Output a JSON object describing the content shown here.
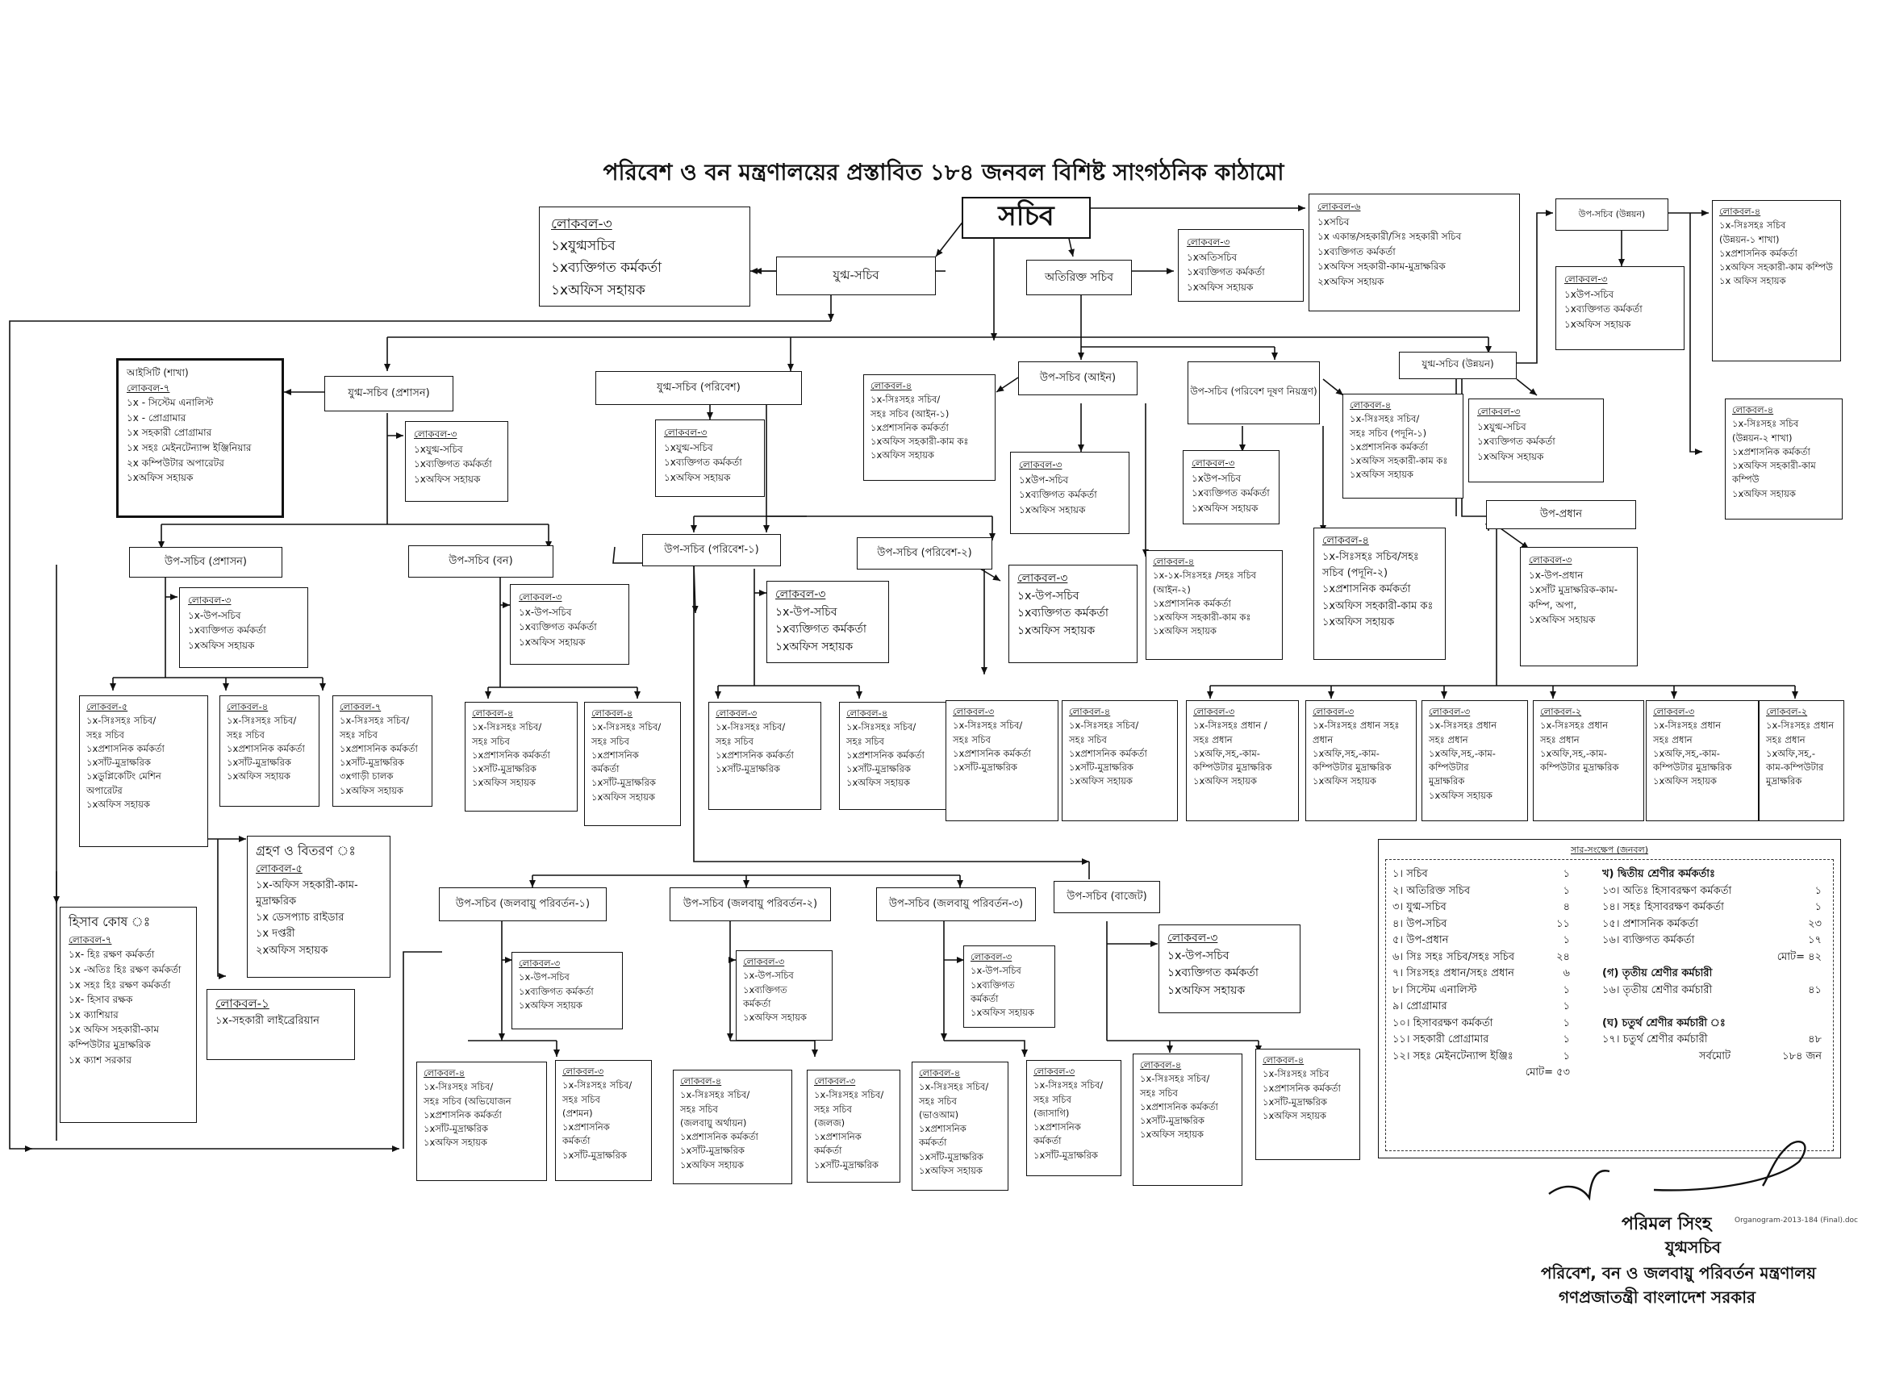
{
  "title": "পরিবেশ ও বন মন্ত্রণালয়ের প্রস্তাবিত ১৮৪ জনবল বিশিষ্ট সাংগঠনিক কাঠামো",
  "posts": {
    "secretary": "সচিব",
    "joint_secretary_main": "যুগ্ম-সচিব",
    "additional_secretary": "অতিরিক্ত সচিব",
    "js_admin": "যুগ্ম-সচিব (প্রশাসন)",
    "js_env": "যুগ্ম-সচিব (পরিবেশ)",
    "ds_law": "উপ-সচিব (আইন)",
    "ds_pollution": "উপ-সচিব (পরিবেশ দূষণ নিয়ন্ত্রণ)",
    "js_dev": "যুগ্ম-সচিব (উন্নয়ন)",
    "ds_dev": "উপ-সচিব (উন্নয়ন)",
    "deputy_chief": "উপ-প্রধান",
    "ds_admin": "উপ-সচিব (প্রশাসন)",
    "ds_forest": "উপ-সচিব (বন)",
    "ds_env1": "উপ-সচিব (পরিবেশ-১)",
    "ds_env2": "উপ-সচিব (পরিবেশ-২)",
    "ds_cc1": "উপ-সচিব (জলবায়ু পরিবর্তন-১)",
    "ds_cc2": "উপ-সচিব (জলবায়ু পরিবর্তন-২)",
    "ds_cc3": "উপ-সচিব (জলবায়ু পরিবর্তন-৩)",
    "ds_budget": "উপ-সচিব (বাজেট)"
  },
  "boxes": {
    "js_staff": [
      "লোকবল-৩",
      "১xযুগ্মসচিব",
      "১xব্যক্তিগত কর্মকর্তা",
      "১xঅফিস সহায়ক"
    ],
    "addl_staff": [
      "লোকবল-৩",
      "১xঅতিসচিব",
      "১xব্যক্তিগত কর্মকর্তা",
      "১xঅফিস সহায়ক"
    ],
    "secy_staff": [
      "লোকবল-৬",
      "১xসচিব",
      "১x একান্ত/সহকারী/সিঃ সহকারী সচিব",
      "১xব্যক্তিগত কর্মকর্তা",
      "১xঅফিস সহকারী-কাম-মুদ্রাক্ষরিক",
      "২xঅফিস সহায়ক"
    ],
    "ds_dev_staff": [
      "লোকবল-৩",
      "১xউপ-সচিব",
      "১xব্যক্তিগত কর্মকর্তা",
      "১xঅফিস সহায়ক"
    ],
    "dev_sec1": [
      "লোকবল-৪",
      "১x-সিঃসহঃ সচিব",
      "(উন্নয়ন-১ শাখা)",
      "১xপ্রশাসনিক কর্মকর্তা",
      "১xঅফিস সহকারী-কাম কম্পিউ",
      "১x অফিস সহায়ক"
    ],
    "dev_sec2": [
      "লোকবল-৪",
      "১x-সিঃসহঃ সচিব",
      "(উন্নয়ন-২ শাখা)",
      "১xপ্রশাসনিক কর্মকর্তা",
      "১xঅফিস সহকারী-কাম কম্পিউ",
      "১xঅফিস সহায়ক"
    ],
    "it_cell": [
      "আইসিটি (শাখা)",
      "লোকবল-৭",
      "১x - সিস্টেম এনালিস্ট",
      "১x - প্রোগ্রামার",
      "১x সহকারী প্রোগ্রামার",
      "১x সহঃ মেইনটেন্যান্স ইঞ্জিনিয়ার",
      "২x কম্পিউটার অপারেটর",
      "১xঅফিস সহায়ক"
    ],
    "js_admin_staff": [
      "লোকবল-৩",
      "১xযুগ্ম-সচিব",
      "১xব্যক্তিগত কর্মকর্তা",
      "১xঅফিস সহায়ক"
    ],
    "js_env_staff": [
      "লোকবল-৩",
      "১xযুগ্ম-সচিব",
      "১xব্যক্তিগত কর্মকর্তা",
      "১xঅফিস সহায়ক"
    ],
    "law1": [
      "লোকবল-৪",
      "১x-সিঃসহঃ সচিব/",
      "সহঃ সচিব (আইন-১)",
      "১xপ্রশাসনিক কর্মকর্তা",
      "১xঅফিস সহকারী-কাম কঃ",
      "১xঅফিস সহায়ক"
    ],
    "ds_law_staff": [
      "লোকবল-৩",
      "১xউপ-সচিব",
      "১xব্যক্তিগত কর্মকর্তা",
      "১xঅফিস সহায়ক"
    ],
    "ds_poll_staff": [
      "লোকবল-৩",
      "১xউপ-সচিব",
      "১xব্যক্তিগত কর্মকর্তা",
      "১xঅফিস সহায়ক"
    ],
    "pollution1": [
      "লোকবল-৪",
      "১x-সিঃসহঃ সচিব/",
      "সহঃ সচিব (পদূনি-১)",
      "১xপ্রশাসনিক কর্মকর্তা",
      "১xঅফিস সহকারী-কাম কঃ",
      "১xঅফিস সহায়ক"
    ],
    "js_dev_staff": [
      "লোকবল-৩",
      "১xযুগ্ম-সচিব",
      "১xব্যক্তিগত কর্মকর্তা",
      "১xঅফিস সহায়ক"
    ],
    "law2": [
      "লোকবল-৪",
      "১x-১x-সিঃসহঃ /সহঃ সচিব",
      "(আইন-২)",
      "১xপ্রশাসনিক কর্মকর্তা",
      "১xঅফিস সহকারী-কাম কঃ",
      "১xঅফিস সহায়ক"
    ],
    "pollution2": [
      "লোকবল-৪",
      "১x-সিঃসহঃ সচিব/সহঃ",
      "সচিব (পদূনি-২)",
      "১xপ্রশাসনিক কর্মকর্তা",
      "১xঅফিস সহকারী-কাম কঃ",
      "১xঅফিস সহায়ক"
    ],
    "deputy_chief_staff": [
      "লোকবল-৩",
      "১x-উপ-প্রধান",
      "১xসাঁট মুদ্রাক্ষরিক-কাম-",
      "কম্পি, অপা,",
      "১xঅফিস সহায়ক"
    ],
    "ds_admin_staff": [
      "লোকবল-৩",
      "১x-উপ-সচিব",
      "১xব্যক্তিগত কর্মকর্তা",
      "১xঅফিস সহায়ক"
    ],
    "ds_forest_staff": [
      "লোকবল-৩",
      "১x-উপ-সচিব",
      "১xব্যক্তিগত কর্মকর্তা",
      "১xঅফিস সহায়ক"
    ],
    "ds_env1_staff": [
      "লোকবল-৩",
      "১x-উপ-সচিব",
      "১xব্যক্তিগত কর্মকর্তা",
      "১xঅফিস সহায়ক"
    ],
    "ds_env2_staff": [
      "লোকবল-৩",
      "১x-উপ-সচিব",
      "১xব্যক্তিগত কর্মকর্তা",
      "১xঅফিস সহায়ক"
    ],
    "r1": [
      "লোকবল-৫",
      "১x-সিঃসহঃ সচিব/",
      "সহঃ সচিব",
      "১xপ্রশাসনিক কর্মকর্তা",
      "১xসাঁট-মুদ্রাক্ষরিক",
      "১xডুপ্লিকেটিং মেশিন",
      "অপারেটর",
      "১xঅফিস সহায়ক"
    ],
    "r2": [
      "লোকবল-৪",
      "১x-সিঃসহঃ সচিব/",
      "সহঃ সচিব",
      "১xপ্রশাসনিক কর্মকর্তা",
      "১xসাঁট-মুদ্রাক্ষরিক",
      "১xঅফিস সহায়ক"
    ],
    "r3": [
      "লোকবল-৭",
      "১x-সিঃসহঃ সচিব/",
      "সহঃ সচিব",
      "১xপ্রশাসনিক কর্মকর্তা",
      "১xসাঁট-মুদ্রাক্ষরিক",
      "৩xগাড়ী চালক",
      "১xঅফিস সহায়ক"
    ],
    "r4": [
      "লোকবল-৪",
      "১x-সিঃসহঃ সচিব/",
      "সহঃ সচিব",
      "১xপ্রশাসনিক কর্মকর্তা",
      "১xসাঁট-মুদ্রাক্ষরিক",
      "১xঅফিস সহায়ক"
    ],
    "r5": [
      "লোকবল-৪",
      "১x-সিঃসহঃ সচিব/",
      "সহঃ সচিব",
      "১xপ্রশাসনিক",
      "কর্মকর্তা",
      "১xসাঁট-মুদ্রাক্ষরিক",
      "১xঅফিস সহায়ক"
    ],
    "r6": [
      "লোকবল-৩",
      "১x-সিঃসহঃ সচিব/",
      "সহঃ সচিব",
      "১xপ্রশাসনিক কর্মকর্তা",
      "১xসাঁট-মুদ্রাক্ষরিক"
    ],
    "r7": [
      "লোকবল-৪",
      "১x-সিঃসহঃ সচিব/",
      "সহঃ সচিব",
      "১xপ্রশাসনিক কর্মকর্তা",
      "১xসাঁট-মুদ্রাক্ষরিক",
      "১xঅফিস সহায়ক"
    ],
    "r8": [
      "লোকবল-৩",
      "১x-সিঃসহঃ সচিব/",
      "সহঃ সচিব",
      "১xপ্রশাসনিক কর্মকর্তা",
      "১xসাঁট-মুদ্রাক্ষরিক"
    ],
    "r9": [
      "লোকবল-৪",
      "১x-সিঃসহঃ সচিব/",
      "সহঃ সচিব",
      "১xপ্রশাসনিক কর্মকর্তা",
      "১xসাঁট-মুদ্রাক্ষরিক",
      "১xঅফিস সহায়ক"
    ],
    "r10": [
      "লোকবল-৩",
      "১x-সিঃসহঃ প্রধান /",
      "সহঃ প্রধান",
      "১xঅফি,সহ,-কাম-",
      "কম্পিউটার মুদ্রাক্ষরিক",
      "১xঅফিস সহায়ক"
    ],
    "r11": [
      "লোকবল-৩",
      "১x-সিঃসহঃ প্রধান সহঃ",
      "প্রধান",
      "১xঅফি,সহ,-কাম-",
      "কম্পিউটার মুদ্রাক্ষরিক",
      "১xঅফিস সহায়ক"
    ],
    "r12": [
      "লোকবল-৩",
      "১x-সিঃসহঃ প্রধান",
      "সহঃ প্রধান",
      "১xঅফি,সহ,-কাম-",
      "কম্পিউটার",
      "মুদ্রাক্ষরিক",
      "১xঅফিস সহায়ক"
    ],
    "r13": [
      "লোকবল-২",
      "১x-সিঃসহঃ প্রধান",
      "সহঃ প্রধান",
      "১xঅফি,সহ,-কাম-",
      "কম্পিউটার মুদ্রাক্ষরিক"
    ],
    "r14": [
      "লোকবল-৩",
      "১x-সিঃসহঃ প্রধান",
      "সহঃ প্রধান",
      "১xঅফি,সহ,-কাম-",
      "কম্পিউটার মুদ্রাক্ষরিক",
      "১xঅফিস সহায়ক"
    ],
    "r15": [
      "লোকবল-২",
      "১x-সিঃসহঃ প্রধান",
      "সহঃ প্রধান",
      "১xঅফি,সহ,-",
      "কাম-কম্পিউটার",
      "মুদ্রাক্ষরিক"
    ],
    "receive_dispatch": [
      "গ্রহণ ও বিতরণ ঃ",
      "লোকবল-৫",
      "১x-অফিস সহকারী-কাম-",
      "মুদ্রাক্ষরিক",
      "১x ডেসপ্যাচ রাইডার",
      "১x দপ্তরী",
      "২xঅফিস সহায়ক"
    ],
    "accounts_cell": [
      "হিসাব কোষ ঃ",
      "লোকবল-৭",
      "১x- হিঃ রক্ষণ কর্মকর্তা",
      "১x -অতিঃ হিঃ রক্ষণ কর্মকর্তা",
      "১x সহঃ হিঃ রক্ষণ কর্মকর্তা",
      "১x- হিসাব রক্ষক",
      "১x ক্যাশিয়ার",
      "১x অফিস সহকারী-কাম",
      "কম্পিউটার মুদ্রাক্ষরিক",
      "১x ক্যাশ সরকার"
    ],
    "library": [
      "লোকবল-১",
      "১x-সহকারী লাইব্রেরিয়ান"
    ],
    "cc1_staff": [
      "লোকবল-৩",
      "১x-উপ-সচিব",
      "১xব্যক্তিগত কর্মকর্তা",
      "১xঅফিস সহায়ক"
    ],
    "cc2_staff": [
      "লোকবল-৩",
      "১x-উপ-সচিব",
      "১xব্যক্তিগত",
      "কর্মকর্তা",
      "১xঅফিস সহায়ক"
    ],
    "cc3_staff": [
      "লোকবল-৩",
      "১x-উপ-সচিব",
      "১xব্যক্তিগত",
      "কর্মকর্তা",
      "১xঅফিস সহায়ক"
    ],
    "budget_staff": [
      "লোকবল-৩",
      "১x-উপ-সচিব",
      "১xব্যক্তিগত কর্মকর্তা",
      "১xঅফিস সহায়ক"
    ],
    "b1": [
      "লোকবল-৪",
      "১x-সিঃসহঃ সচিব/",
      "সহঃ সচিব (অভিযোজন",
      "১xপ্রশাসনিক কর্মকর্তা",
      "১xসাঁট-মুদ্রাক্ষরিক",
      "১xঅফিস সহায়ক"
    ],
    "b2": [
      "লোকবল-৩",
      "১x-সিঃসহঃ সচিব/",
      "সহঃ সচিব",
      "(প্রশমন)",
      "১xপ্রশাসনিক",
      "কর্মকর্তা",
      "১xসাঁট-মুদ্রাক্ষরিক"
    ],
    "b3": [
      "লোকবল-৪",
      "১x-সিঃসহঃ সচিব/",
      "সহঃ সচিব",
      "(জলবায়ু অর্থায়ন)",
      "১xপ্রশাসনিক কর্মকর্তা",
      "১xসাঁট-মুদ্রাক্ষরিক",
      "১xঅফিস সহায়ক"
    ],
    "b4": [
      "লোকবল-৩",
      "১x-সিঃসহঃ সচিব/",
      "সহঃ সচিব",
      "(জলজ)",
      "১xপ্রশাসনিক",
      "কর্মকর্তা",
      "১xসাঁট-মুদ্রাক্ষরিক"
    ],
    "b5": [
      "লোকবল-৪",
      "১x-সিঃসহঃ সচিব/",
      "সহঃ সচিব",
      "(ভাওআম)",
      "১xপ্রশাসনিক",
      "কর্মকর্তা",
      "১xসাঁট-মুদ্রাক্ষরিক",
      "১xঅফিস সহায়ক"
    ],
    "b6": [
      "লোকবল-৩",
      "১x-সিঃসহঃ সচিব/",
      "সহঃ সচিব",
      "(জাসাগি)",
      "১xপ্রশাসনিক",
      "কর্মকর্তা",
      "১xসাঁট-মুদ্রাক্ষরিক"
    ],
    "b7": [
      "লোকবল-৪",
      "১x-সিঃসহঃ সচিব/",
      "সহঃ সচিব",
      "১xপ্রশাসনিক কর্মকর্তা",
      "১xসাঁট-মুদ্রাক্ষরিক",
      "১xঅফিস সহায়ক"
    ],
    "b8": [
      "লোকবল-৪",
      "১x-সিঃসহঃ সচিব",
      "১xপ্রশাসনিক কর্মকর্তা",
      "১xসাঁট-মুদ্রাক্ষরিক",
      "১xঅফিস সহায়ক"
    ]
  },
  "summary": {
    "title": "সার-সংক্ষেপ (জনবল)",
    "left_rows": [
      {
        "label": "১। সচিব",
        "value": "১"
      },
      {
        "label": "২। অতিরিক্ত সচিব",
        "value": "১"
      },
      {
        "label": "৩। যুগ্ম-সচিব",
        "value": "৪"
      },
      {
        "label": "৪। উপ-সচিব",
        "value": "১১"
      },
      {
        "label": "৫। উপ-প্রধান",
        "value": "১"
      },
      {
        "label": "৬। সিঃ সহঃ সচিব/সহঃ সচিব",
        "value": "২৪"
      },
      {
        "label": "৭। সিঃসহঃ প্রধান/সহঃ প্রধান",
        "value": "৬"
      },
      {
        "label": "৮। সিস্টেম এনালিস্ট",
        "value": "১"
      },
      {
        "label": "৯। প্রোগ্রামার",
        "value": "১"
      },
      {
        "label": "১০। হিসাবরক্ষণ কর্মকর্তা",
        "value": "১"
      },
      {
        "label": "১১। সহকারী প্রোগ্রামার",
        "value": "১"
      },
      {
        "label": "১২। সহঃ মেইনটেন্যান্স ইঞ্জিঃ",
        "value": "১"
      }
    ],
    "left_total": "মোট= ৫৩",
    "second_class_header": "খ) দ্বিতীয় শ্রেণীর কর্মকর্তাঃ",
    "second_class_rows": [
      {
        "label": "১৩। অতিঃ হিসাবরক্ষণ কর্মকর্তা",
        "value": "১"
      },
      {
        "label": "১৪। সহঃ হিসাবরক্ষণ কর্মকর্তা",
        "value": "১"
      },
      {
        "label": "১৫। প্রশাসনিক কর্মকর্তা",
        "value": "২৩"
      },
      {
        "label": "১৬। ব্যক্তিগত কর্মকর্তা",
        "value": "১৭"
      }
    ],
    "second_class_total": "মোট= ৪২",
    "third_class_header": "(গ) তৃতীয় শ্রেণীর কর্মচারী",
    "third_class_row": {
      "label": "১৬। তৃতীয় শ্রেণীর কর্মচারী",
      "value": "৪১"
    },
    "fourth_class_header": "(ঘ) চতুর্থ শ্রেণীর কর্মচারী ঃ",
    "fourth_class_row": {
      "label": "১৭। চতুর্থ শ্রেণীর কর্মচারী",
      "value": "৪৮"
    },
    "grand_total_label": "সর্বমোট",
    "grand_total_value": "১৮৪ জন"
  },
  "signature": {
    "name": "পরিমল সিংহ",
    "designation": "যুগ্মসচিব",
    "org_line1": "পরিবেশ, বন ও জলবায়ু পরিবর্তন মন্ত্রণালয়",
    "org_line2": "গণপ্রজাতন্ত্রী বাংলাদেশ সরকার",
    "file_name": "Organogram-2013-184 (Final).doc"
  }
}
